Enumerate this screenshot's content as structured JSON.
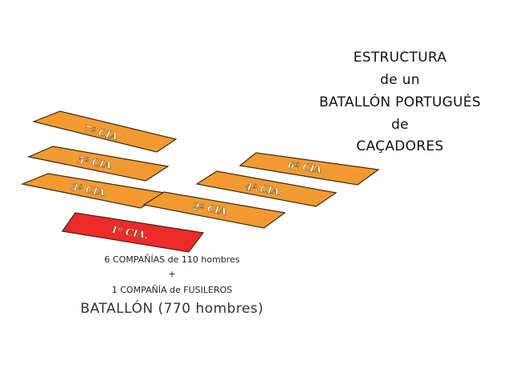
{
  "title": {
    "line1": "ESTRUCTURA",
    "line2": "de un",
    "line3": "BATALLÓN PORTUGUÉS",
    "line4": "de",
    "line5": "CAÇADORES"
  },
  "companies": [
    {
      "label": "7ª CIA.",
      "color": "#f29a30",
      "text_color": "#ffffff"
    },
    {
      "label": "5ª CIA.",
      "color": "#f29a30",
      "text_color": "#ffffff"
    },
    {
      "label": "3ª CIA.",
      "color": "#f29a30",
      "text_color": "#ffffff"
    },
    {
      "label": "1ª CIA.",
      "color": "#ee2b2b",
      "text_color": "#ffffff"
    },
    {
      "label": "6ª CIA.",
      "color": "#f29a30",
      "text_color": "#ffffff"
    },
    {
      "label": "4ª CIA.",
      "color": "#f29a30",
      "text_color": "#ffffff"
    },
    {
      "label": "2ª CIA.",
      "color": "#f29a30",
      "text_color": "#ffffff"
    }
  ],
  "caption": {
    "line1": "6 COMPAÑÍAS  de 110 hombres",
    "plus": "+",
    "line2": "1 COMPAÑÍA  de FUSILEROS",
    "total": "BATALLÓN (770 hombres)"
  }
}
